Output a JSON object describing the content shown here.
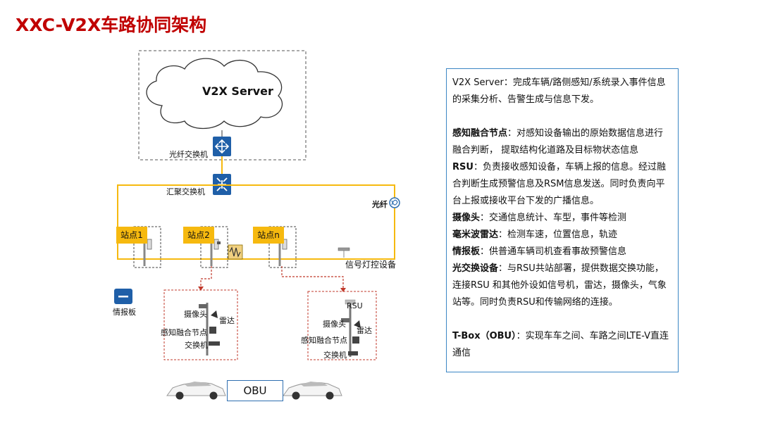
{
  "title": "XXC-V2X车路协同架构",
  "diagram": {
    "server": "V2X Server",
    "fiber_switch": "光纤交换机",
    "aggregation_switch": "汇聚交换机",
    "fiber": "光纤",
    "stations": [
      "站点1",
      "站点2",
      "站点n"
    ],
    "signal_control": "信号灯控设备",
    "info_board": "情报板",
    "left_cluster": {
      "camera": "摄像头",
      "radar": "雷达",
      "fusion_node": "感知融合节点",
      "switch": "交换机"
    },
    "right_cluster": {
      "rsu": "RSU",
      "camera": "摄像头",
      "radar": "雷达",
      "fusion_node": "感知融合节点",
      "switch": "交换机"
    },
    "obu": "OBU"
  },
  "info": {
    "server_line": "V2X Server：完成车辆/路侧感知/系统录入事件信息的采集分析、告警生成与信息下发。",
    "fusion_head": "感知融合节点",
    "fusion_body": "：对感知设备输出的原始数据信息进行融合判断， 提取结构化道路及目标物状态信息",
    "rsu_head": "RSU",
    "rsu_body": "：负责接收感知设备，车辆上报的信息。经过融合判断生成预警信息及RSM信息发送。同时负责向平台上报或接收平台下发的广播信息。",
    "camera_head": "摄像头",
    "camera_body": "：交通信息统计、车型，事件等检测",
    "radar_head": "毫米波雷达",
    "radar_body": "：检测车速，位置信息，轨迹",
    "board_head": "情报板",
    "board_body": "：供普通车辆司机查看事故预警信息",
    "optical_head": "光交换设备",
    "optical_body": "：与RSU共站部署，提供数据交换功能，连接RSU 和其他外设如信号机，雷达，摄像头，气象站等。同时负责RSU和传输网络的连接。",
    "tbox_head": "T-Box（OBU）",
    "tbox_body": "：实现车车之间、车路之间LTE-V直连通信"
  },
  "colors": {
    "title": "#c00000",
    "fiber_line": "#f6b90f",
    "switch_icon": "#1f5fa8",
    "dashed_red": "#c0392b",
    "info_border": "#3b86c4"
  }
}
